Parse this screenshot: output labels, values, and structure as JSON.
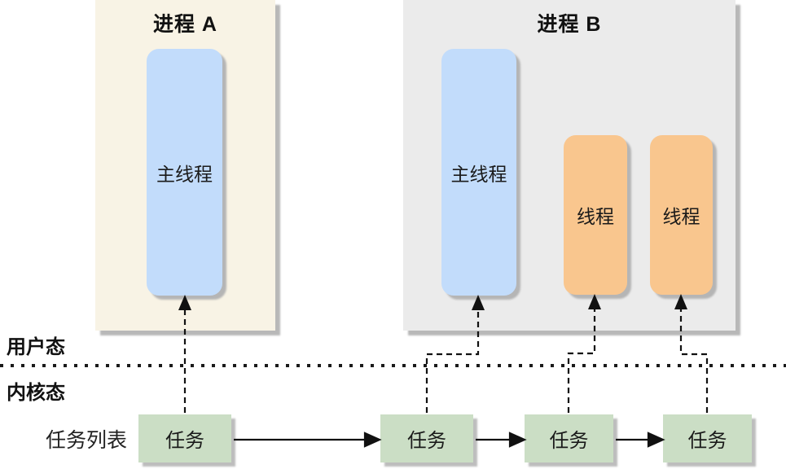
{
  "diagram": {
    "title_hint": "processes and threads mapped to kernel task list",
    "processA": {
      "title": "进程 A",
      "mainThread": "主线程"
    },
    "processB": {
      "title": "进程 B",
      "mainThread": "主线程",
      "thread2": "线程",
      "thread3": "线程"
    },
    "userModeLabel": "用户态",
    "kernelModeLabel": "内核态",
    "taskListLabel": "任务列表",
    "tasks": [
      "任务",
      "任务",
      "任务",
      "任务"
    ],
    "colors": {
      "processA_bg": "#f8f3e5",
      "processB_bg": "#ebebeb",
      "main_thread_bg": "#c2dcfb",
      "thread_bg": "#f9c68e",
      "task_bg": "#cbdec5",
      "line": "#111111",
      "shadow": "#b8b8b8"
    }
  }
}
